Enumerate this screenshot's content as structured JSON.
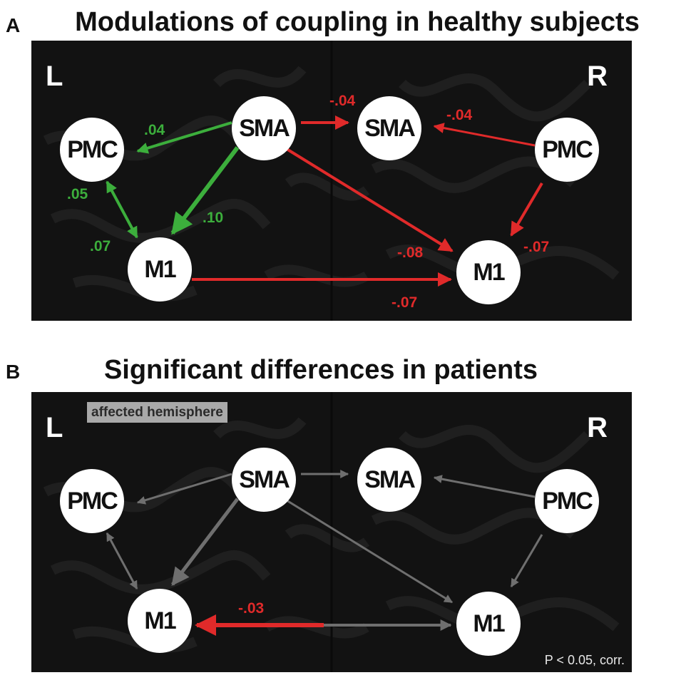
{
  "panel_a": {
    "letter": "A",
    "title": "Modulations of coupling in healthy subjects",
    "hemisphere_left": "L",
    "hemisphere_right": "R",
    "nodes": {
      "sma_left": "SMA",
      "sma_right": "SMA",
      "pmc_left": "PMC",
      "pmc_right": "PMC",
      "m1_left": "M1",
      "m1_right": "M1"
    },
    "weights": {
      "sma_l_to_pmc_l": ".04",
      "pmc_l_to_m1_l": ".05",
      "m1_l_to_pmc_l": ".07",
      "sma_l_to_m1_l": ".10",
      "sma_l_to_sma_r": "-.04",
      "pmc_r_to_sma_r": "-.04",
      "sma_l_to_m1_r": "-.08",
      "pmc_r_to_m1_r": "-.07",
      "m1_l_to_m1_r": "-.07"
    },
    "colors": {
      "positive": "#3cae3c",
      "negative": "#e02a2a"
    }
  },
  "panel_b": {
    "letter": "B",
    "title": "Significant differences in patients",
    "hemisphere_left": "L",
    "hemisphere_right": "R",
    "affected_label": "affected hemisphere",
    "nodes": {
      "sma_left": "SMA",
      "sma_right": "SMA",
      "pmc_left": "PMC",
      "pmc_right": "PMC",
      "m1_left": "M1",
      "m1_right": "M1"
    },
    "weights": {
      "m1_r_to_m1_l": "-.03"
    },
    "footnote": "P < 0.05, corr.",
    "colors": {
      "significant": "#e02a2a",
      "nonsignificant": "#6f6f6f"
    }
  }
}
